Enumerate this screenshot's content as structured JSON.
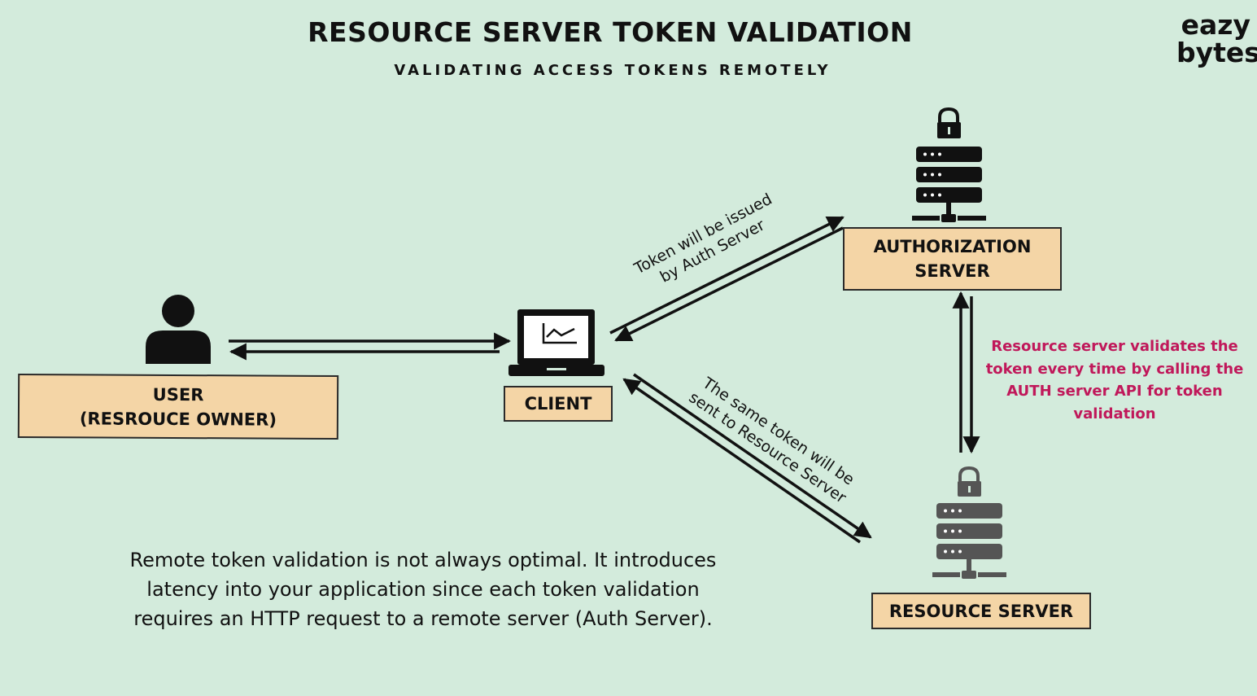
{
  "header": {
    "title": "RESOURCE SERVER TOKEN VALIDATION",
    "subtitle": "VALIDATING ACCESS TOKENS REMOTELY"
  },
  "logo": {
    "line1": "eazy",
    "line2": "bytes"
  },
  "nodes": {
    "user": {
      "line1": "USER",
      "line2": "(RESROUCE OWNER)",
      "icon": "user-icon"
    },
    "client": {
      "label": "CLIENT",
      "icon": "laptop-chart-icon"
    },
    "auth_server": {
      "line1": "AUTHORIZATION",
      "line2": "SERVER",
      "icon": "locked-server-icon"
    },
    "resource_server": {
      "label": "RESOURCE SERVER",
      "icon": "locked-server-icon"
    }
  },
  "edges": {
    "client_auth": {
      "line1": "Token will be issued",
      "line2": "by Auth Server"
    },
    "client_resource": {
      "line1": "The same token will be",
      "line2": "sent to Resource Server"
    }
  },
  "note": {
    "lines": [
      "Resource server validates the",
      "token every time by calling the",
      "AUTH server API for token",
      "validation"
    ],
    "color": "#c0185a"
  },
  "footer": {
    "lines": [
      "Remote token validation is not always optimal. It introduces",
      "latency into your application since each token validation",
      "requires an HTTP request to a remote server (Auth Server)."
    ]
  },
  "colors": {
    "background": "#d3ebdc",
    "box_fill": "#f4d5a6",
    "icon_dark": "#111111",
    "icon_gray": "#555555"
  }
}
